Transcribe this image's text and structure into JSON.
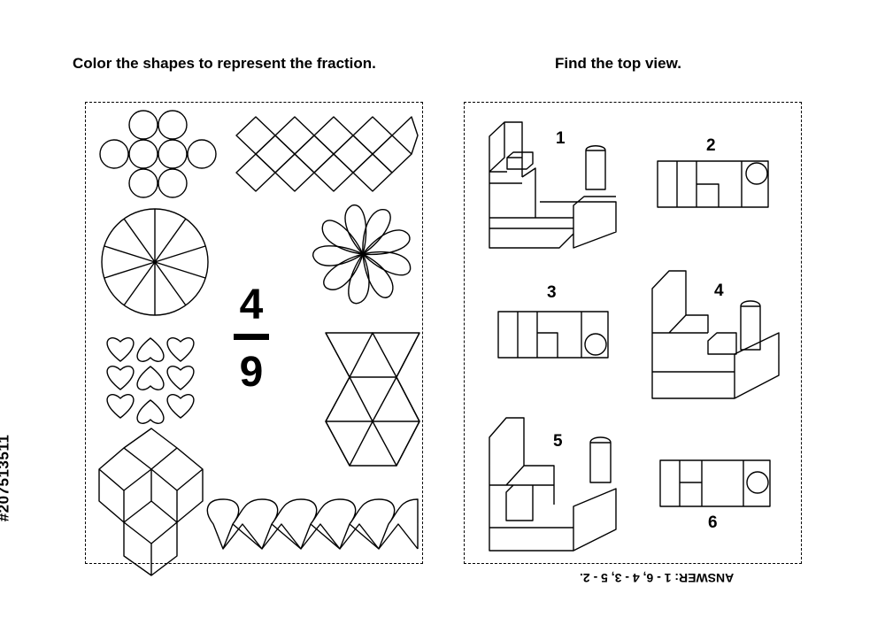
{
  "left_heading": "Color the shapes to represent the fraction.",
  "right_heading": "Find the top view.",
  "fraction": {
    "numerator": "4",
    "denominator": "9"
  },
  "view_numbers": [
    "1",
    "2",
    "3",
    "4",
    "5",
    "6"
  ],
  "stock_id": "#207513511",
  "answer": "ANSWER: 1 - 6, 4 - 3, 5 - 2."
}
